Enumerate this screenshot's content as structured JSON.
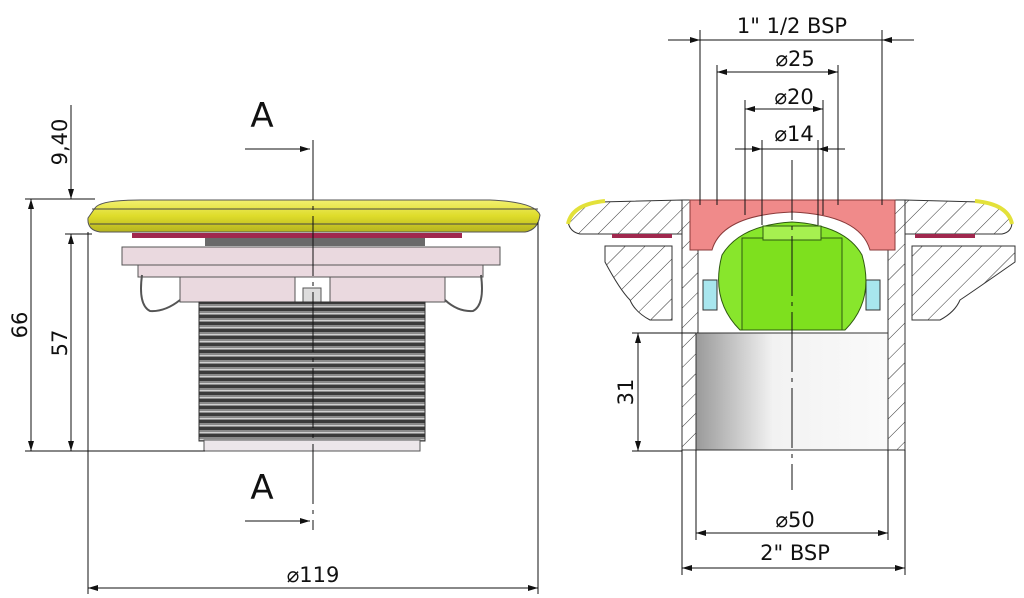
{
  "drawing": {
    "left_view": {
      "section_label_top": "A",
      "section_label_bottom": "A",
      "dim_total_height": "66",
      "dim_body_height": "57",
      "dim_flange_height": "9,40",
      "dim_flange_diameter": "⌀119"
    },
    "right_view": {
      "dim_top_thread": "1\" 1/2 BSP",
      "dim_d25": "⌀25",
      "dim_d20": "⌀20",
      "dim_d14": "⌀14",
      "dim_tube_height": "31",
      "dim_d50": "⌀50",
      "dim_bottom_thread": "2\" BSP"
    },
    "colors": {
      "flange": "#e3e13a",
      "gasket": "#a0284e",
      "ring": "#ead9df",
      "insert": "#f08a8a",
      "ball": "#88e62c",
      "seal": "#a8e6ee",
      "tube": "#d6d6d6"
    }
  }
}
